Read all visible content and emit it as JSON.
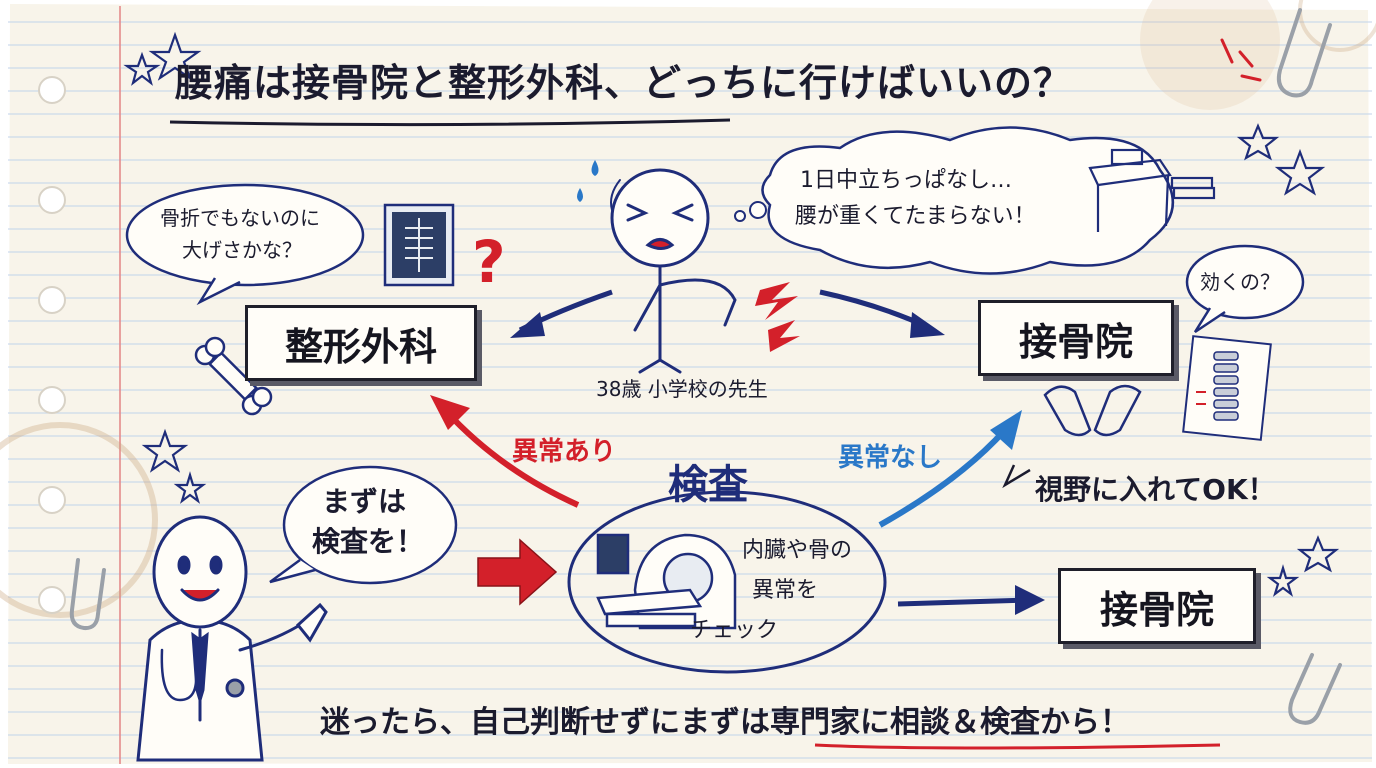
{
  "title": "腰痛は接骨院と整形外科、どっちに行けばいいの？",
  "patient": {
    "caption": "38歳 小学校の先生",
    "thought_line1": "1日中立ちっぱなし…",
    "thought_line2": "腰が重くてたまらない！"
  },
  "orthopedics": {
    "label": "整形外科",
    "bubble_line1": "骨折でもないのに",
    "bubble_line2": "大げさかな？"
  },
  "bonesetter_top": {
    "label": "接骨院",
    "bubble": "効くの？"
  },
  "doctor": {
    "bubble_line1": "まずは",
    "bubble_line2": "検査を！"
  },
  "exam": {
    "title": "検査",
    "desc_line1": "内臓や骨の",
    "desc_line2": "異常を",
    "desc_line3": "チェック"
  },
  "arrows": {
    "abnormal": "異常あり",
    "normal": "異常なし",
    "consider": "視野に入れてOK！"
  },
  "bonesetter_bottom": {
    "label": "接骨院"
  },
  "footer": "迷ったら、自己判断せずにまずは専門家に相談＆検査から！",
  "colors": {
    "ink": "#1f2d7a",
    "red": "#d3202a",
    "blue": "#2a78c8",
    "paper": "#f8f4ea",
    "rule": "#c9d9ec"
  }
}
